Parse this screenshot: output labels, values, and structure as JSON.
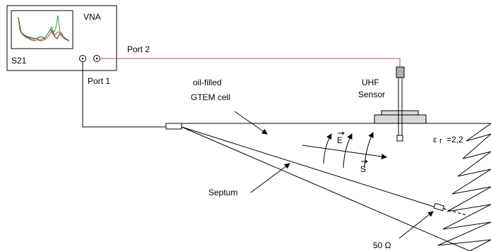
{
  "labels": {
    "vna": "VNA",
    "s21": "S21",
    "port1": "Port 1",
    "port2": "Port 2",
    "cell_line1": "oil-filled",
    "cell_line2": "GTEM cell",
    "sensor_line1": "UHF",
    "sensor_line2": "Sensor",
    "field_e": "E",
    "field_s": "S",
    "permittivity_symbol": "ε",
    "permittivity_sub": "r",
    "permittivity_value": "=2,2",
    "septum": "Septum",
    "termination": "50 Ω"
  },
  "colors": {
    "line": "#000000",
    "port2_cable": "#c0504d",
    "trace_green": "#2e9e3c",
    "trace_red": "#c0392b",
    "trace_dark": "#333333",
    "sensor_fill": "#b0b0b0",
    "mount_fill": "#d8d8d8"
  }
}
